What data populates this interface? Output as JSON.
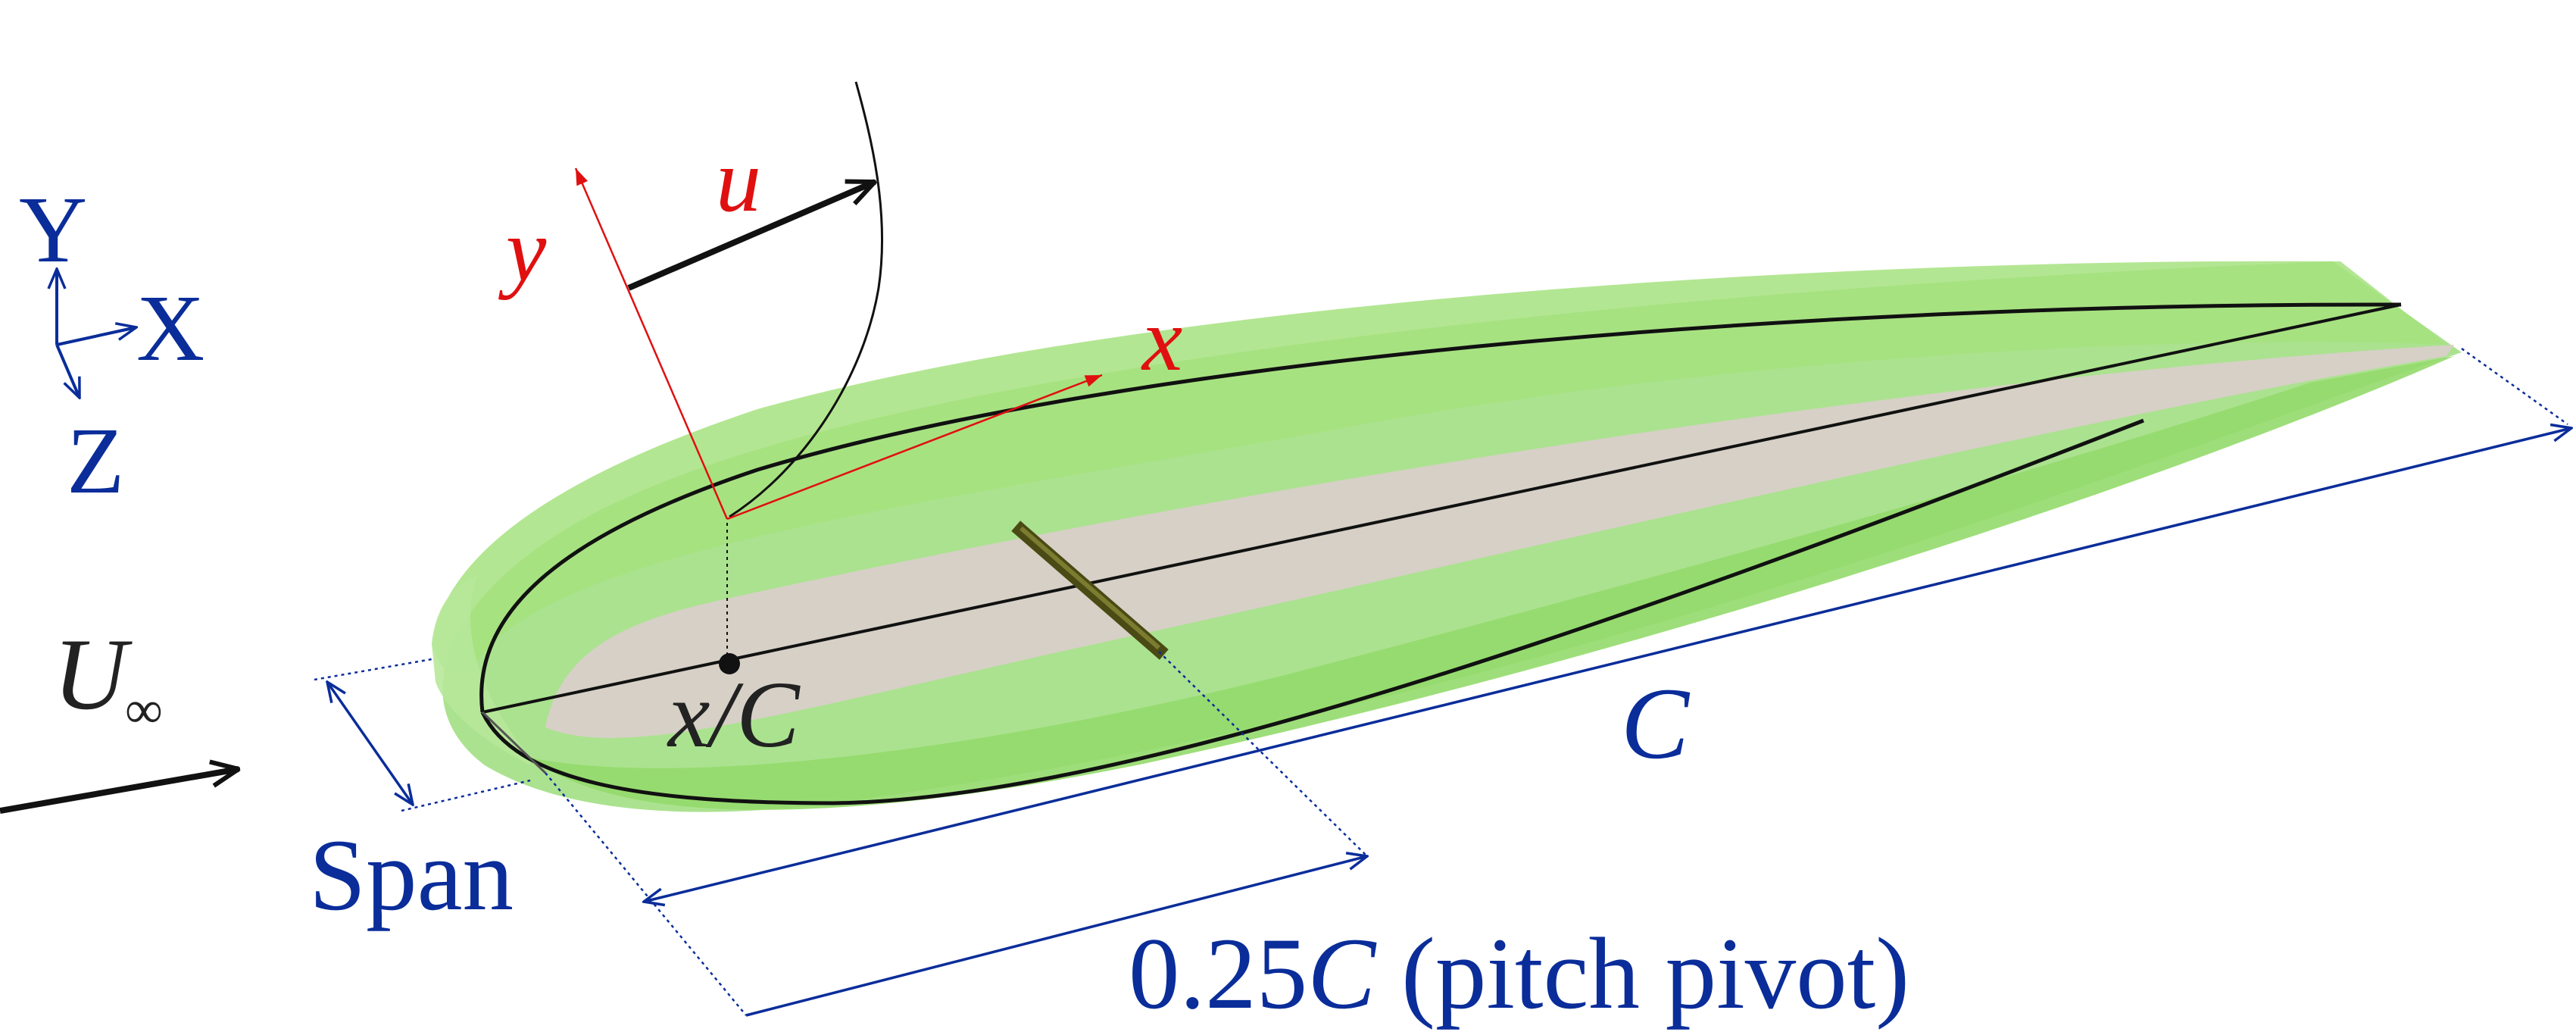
{
  "axes_triad": {
    "y_label": "Y",
    "x_label": "X",
    "z_label": "Z"
  },
  "local_frame": {
    "y_label": "y",
    "x_label": "x",
    "u_label": "u"
  },
  "freestream": {
    "label_main": "U",
    "label_sub": "∞"
  },
  "annotations": {
    "xc_label": "x/C",
    "chord_label": "C",
    "span_label": "Span",
    "pivot_main_pre": "0.25",
    "pivot_main_c": "C",
    "pivot_main_post": " (pitch pivot)"
  },
  "colors": {
    "annotation_blue": "#0a2d9a",
    "local_frame_red": "#e01010",
    "airfoil_green": "#8fd86a",
    "airfoil_green_dark": "#6cc24a",
    "inner_surface": "#d6d0c6",
    "outline": "#111111",
    "pivot_rod": "#4a4a14"
  }
}
